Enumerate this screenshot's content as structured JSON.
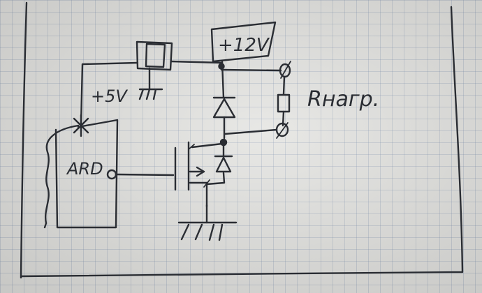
{
  "labels": {
    "supply_12v": "+12V",
    "supply_5v": "+5V",
    "controller": "ARD",
    "load_resistor": "Rнагр."
  },
  "colors": {
    "paper": "#e3e3e0",
    "grid": "#8c9bb0",
    "ink": "#2a2d33"
  }
}
